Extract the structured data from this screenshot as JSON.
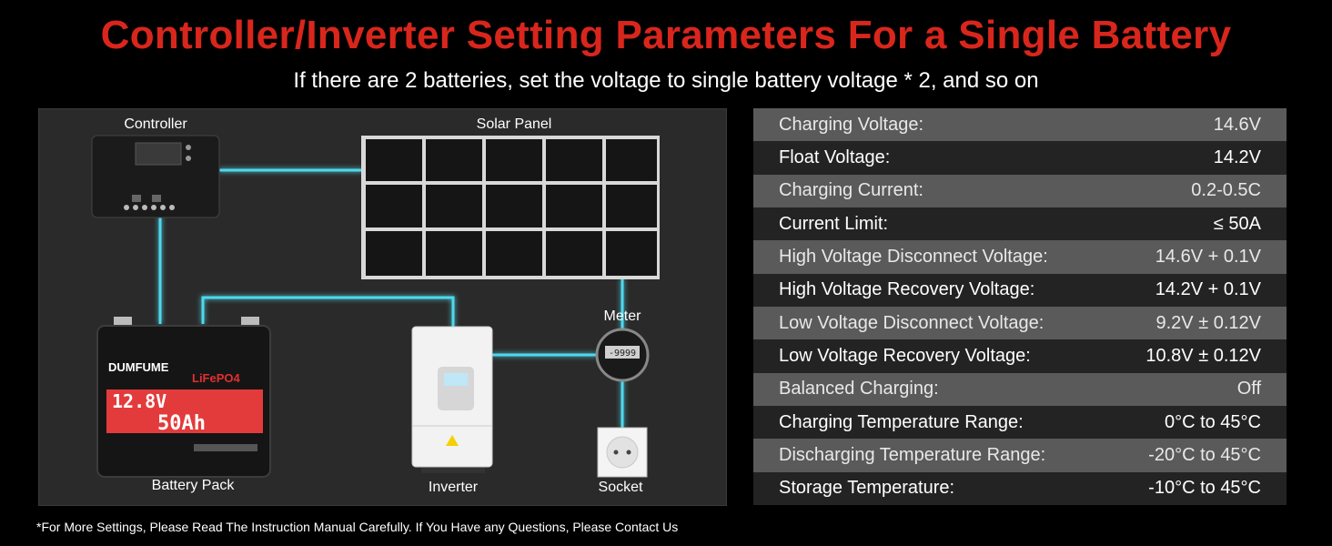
{
  "header": {
    "title": "Controller/Inverter Setting Parameters For a Single Battery",
    "subtitle": "If there are 2 batteries, set the voltage to single battery voltage * 2, and so on"
  },
  "diagram": {
    "labels": {
      "controller": "Controller",
      "solar_panel": "Solar Panel",
      "meter": "Meter",
      "battery_pack": "Battery Pack",
      "inverter": "Inverter",
      "socket": "Socket"
    },
    "battery": {
      "brand": "DUMFUME",
      "chemistry": "LiFePO4",
      "voltage": "12.8V",
      "capacity": "50Ah"
    },
    "meter_display": "-9999",
    "wire_color": "#4fd8ec"
  },
  "params": [
    {
      "label": "Charging Voltage:",
      "value": "14.6V"
    },
    {
      "label": "Float Voltage:",
      "value": "14.2V"
    },
    {
      "label": "Charging Current:",
      "value": "0.2-0.5C"
    },
    {
      "label": "Current Limit:",
      "value": "≤ 50A"
    },
    {
      "label": "High Voltage Disconnect Voltage:",
      "value": "14.6V + 0.1V"
    },
    {
      "label": "High Voltage Recovery Voltage:",
      "value": "14.2V + 0.1V"
    },
    {
      "label": "Low Voltage Disconnect Voltage:",
      "value": "9.2V ± 0.12V"
    },
    {
      "label": "Low Voltage Recovery Voltage:",
      "value": "10.8V ± 0.12V"
    },
    {
      "label": "Balanced Charging:",
      "value": "Off"
    },
    {
      "label": "Charging Temperature Range:",
      "value": "0°C to 45°C"
    },
    {
      "label": "Discharging Temperature Range:",
      "value": "-20°C to 45°C"
    },
    {
      "label": "Storage Temperature:",
      "value": "-10°C to 45°C"
    }
  ],
  "footnote": "*For More Settings, Please Read The Instruction Manual Carefully. If You Have any Questions, Please Contact Us"
}
